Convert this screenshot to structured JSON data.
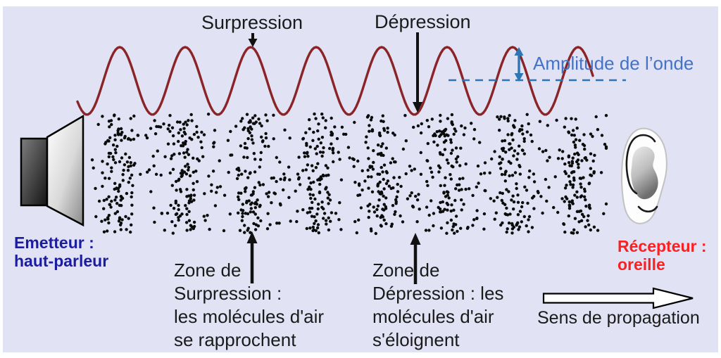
{
  "diagram": {
    "wave_labels": {
      "surpression": "Surpression",
      "depression": "Dépression",
      "amplitude": "Amplitude de l’onde"
    },
    "emitter": {
      "line1": "Emetteur :",
      "line2": "haut-parleur"
    },
    "receiver": {
      "line1": "Récepteur :",
      "line2": "oreille"
    },
    "zone_surpression": {
      "lines": [
        "Zone de",
        "Surpression :",
        "les molécules d'air",
        "se rapprochent"
      ]
    },
    "zone_depression": {
      "lines": [
        "Zone de",
        "Dépression : les",
        "molécules d'air",
        "s'éloignent"
      ]
    },
    "propagation": "Sens de propagation"
  },
  "colors": {
    "background": "#ffffff",
    "panel": "#e1e2f4",
    "wave": "#8b2426",
    "accent-blue": "#2e75b6",
    "text-blue": "#4472c4",
    "emitter-navy": "#1c1ca0",
    "receiver-red": "#f92121",
    "ink": "#1a1a1a",
    "molecule": "#0b0b0b"
  }
}
